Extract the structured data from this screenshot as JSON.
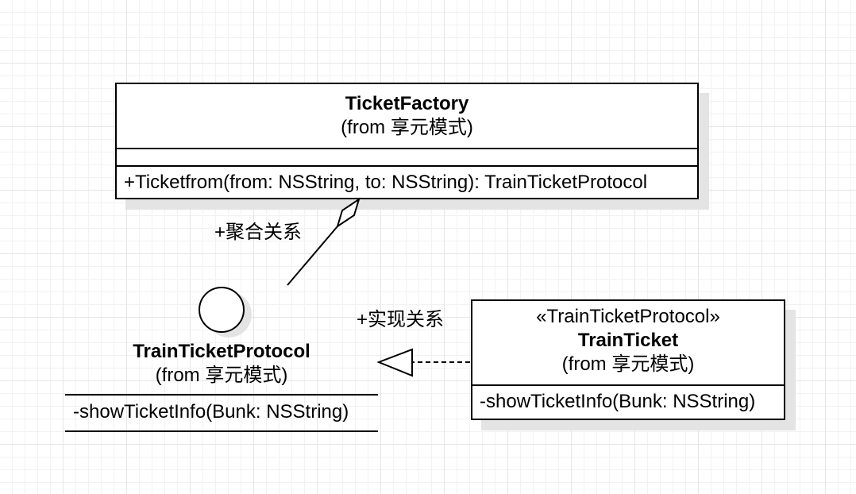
{
  "ticket_factory": {
    "name": "TicketFactory",
    "from": "(from 享元模式)",
    "operation": "+Ticketfrom(from: NSString, to: NSString): TrainTicketProtocol"
  },
  "train_ticket_protocol": {
    "name": "TrainTicketProtocol",
    "from": "(from 享元模式)",
    "operation": "-showTicketInfo(Bunk: NSString)"
  },
  "train_ticket": {
    "stereotype": "«TrainTicketProtocol»",
    "name": "TrainTicket",
    "from": "(from 享元模式)",
    "operation": "-showTicketInfo(Bunk: NSString)"
  },
  "relations": {
    "aggregation_label": "+聚合关系",
    "realization_label": "+实现关系"
  }
}
